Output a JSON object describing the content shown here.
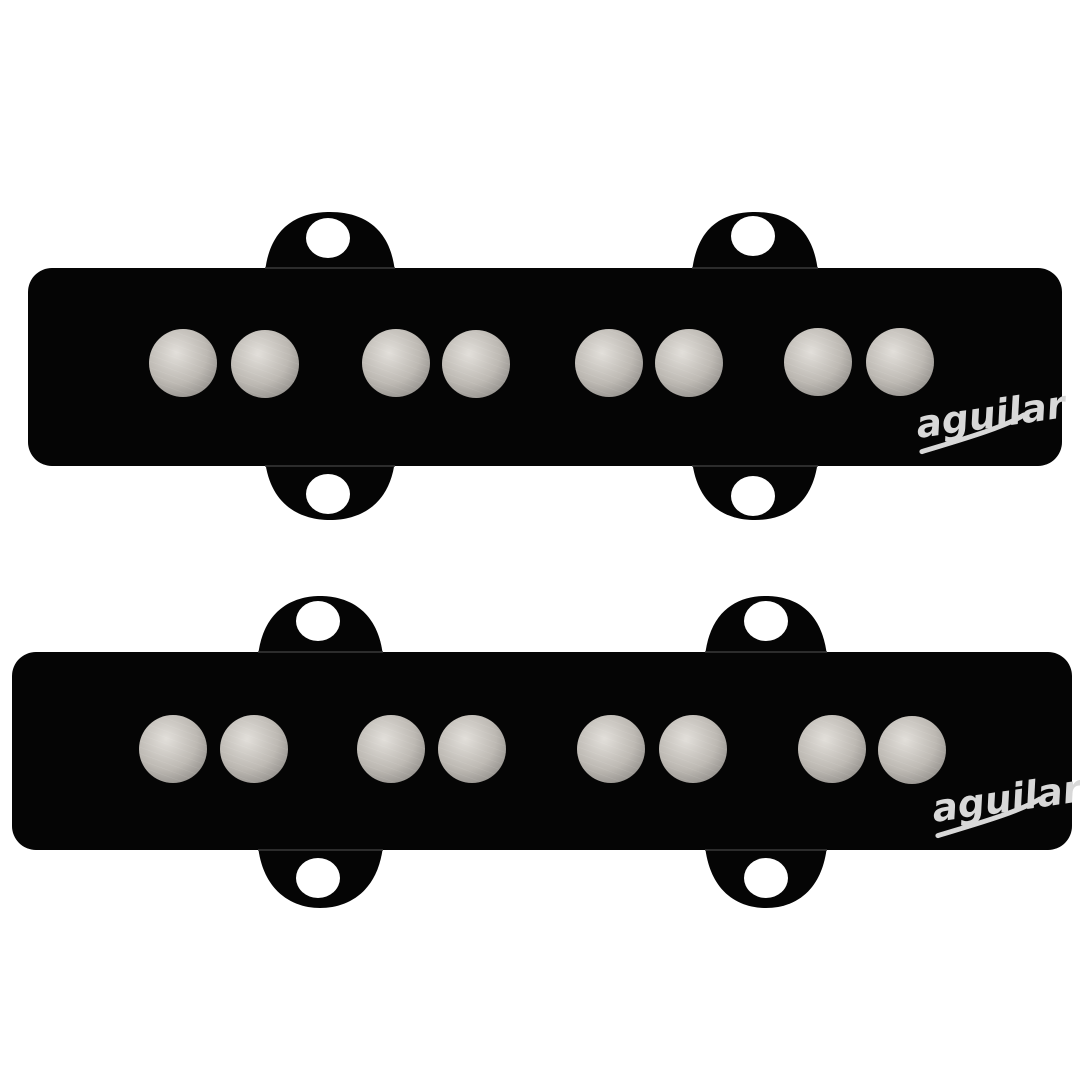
{
  "colors": {
    "background": "#ffffff",
    "cover": "#050505",
    "pole_light": "#c9c6c1",
    "pole_dark": "#8f8c88",
    "logo": "#d8d8d8"
  },
  "pickups": [
    {
      "logo": "aguilar",
      "pole_count": 8
    },
    {
      "logo": "aguilar",
      "pole_count": 8
    }
  ]
}
